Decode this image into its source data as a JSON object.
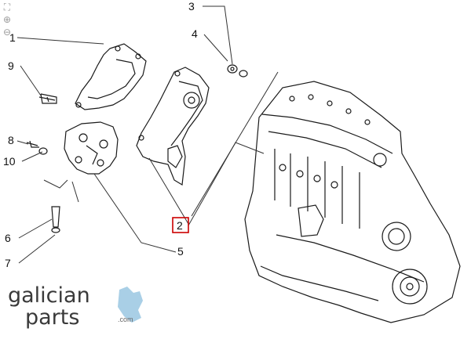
{
  "callouts": [
    "1",
    "2",
    "3",
    "4",
    "5",
    "6",
    "7",
    "8",
    "9",
    "10"
  ],
  "toolbar": {
    "fit_icon": "fit-screen-icon",
    "zoom_in_icon": "zoom-in-icon",
    "zoom_out_icon": "zoom-out-icon"
  },
  "logo": {
    "line1": "galician",
    "line2": "parts",
    "domain": ".com",
    "accent": "#a9cfe6"
  },
  "highlight_color": "#cc0000"
}
